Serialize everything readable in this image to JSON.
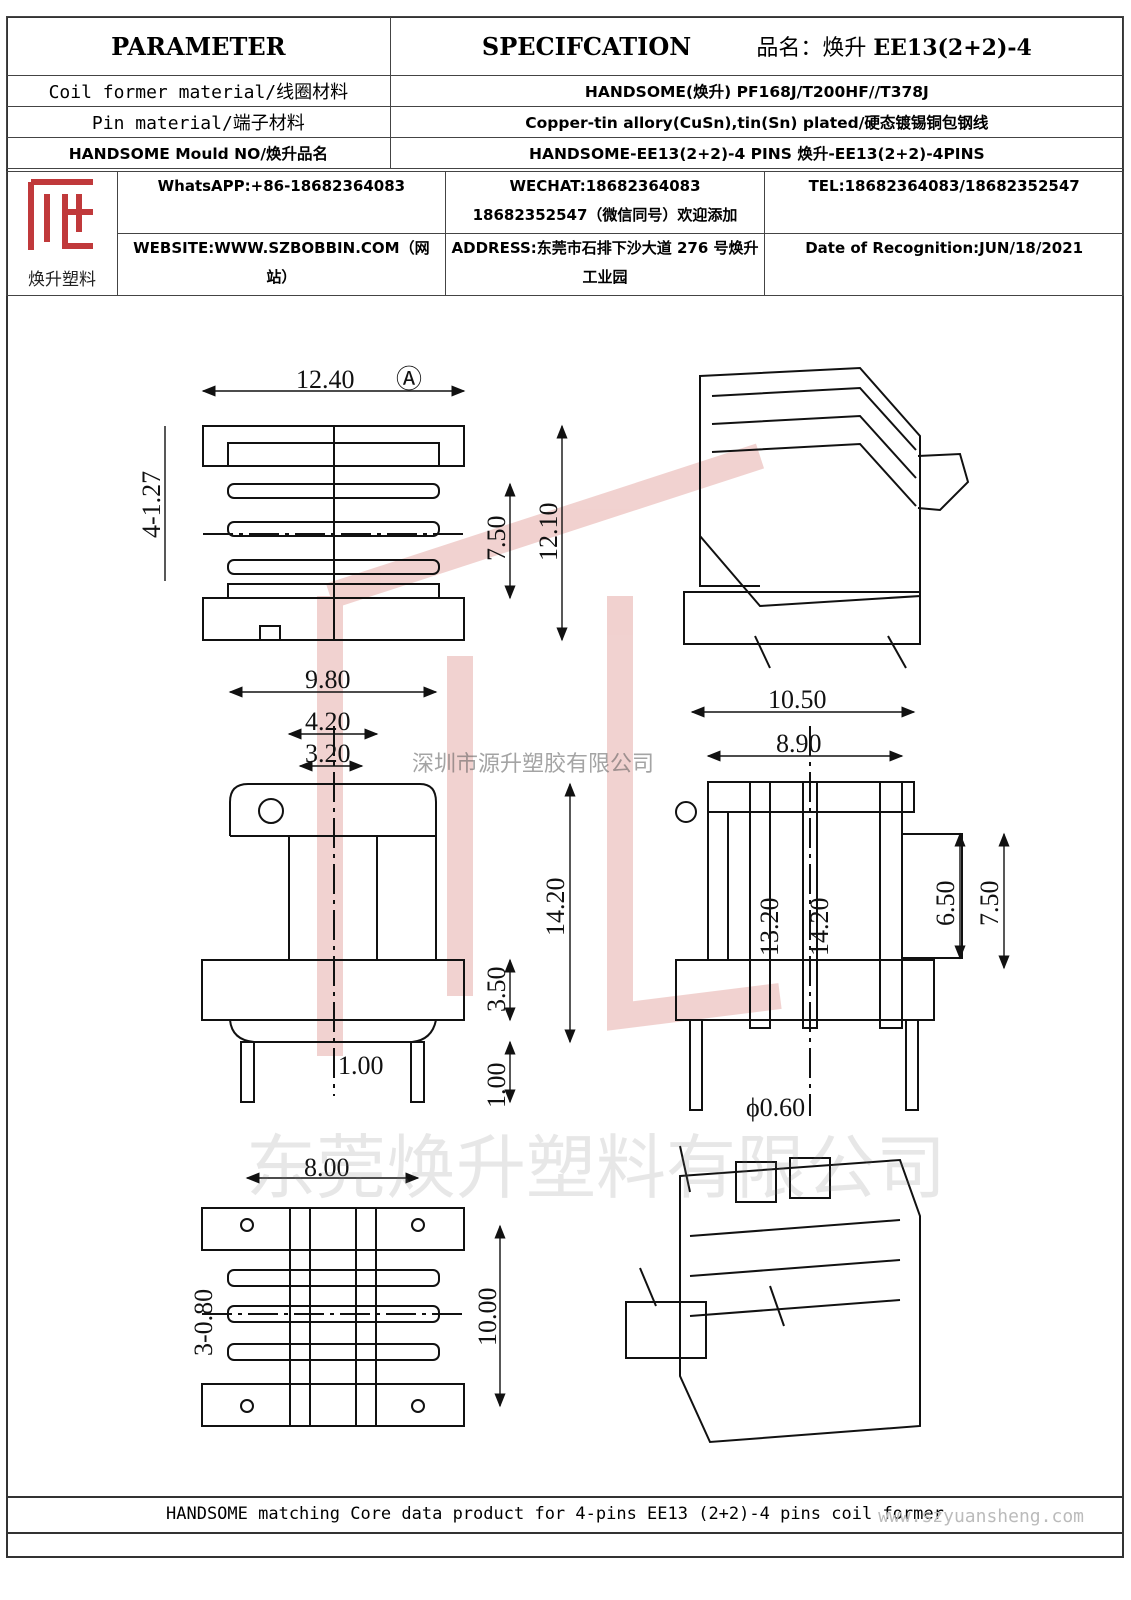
{
  "header": {
    "parameter": "PARAMETER",
    "specification": "SPECIFCATION",
    "product_label": "品名：焕升",
    "product_model": "EE13(2+2)-4"
  },
  "rows": [
    {
      "label": "Coil former material/线圈材料",
      "value": "HANDSOME(焕升)   PF168J/T200HF//T378J"
    },
    {
      "label": "Pin material/端子材料",
      "value": "Copper-tin allory(CuSn),tin(Sn) plated/硬态镀锡铜包钢线"
    },
    {
      "label": "HANDSOME Mould NO/焕升品名",
      "value": "HANDSOME-EE13(2+2)-4 PINS    焕升-EE13(2+2)-4PINS"
    }
  ],
  "contact": {
    "logo_caption": "焕升塑料",
    "whatsapp": "WhatsAPP:+86-18682364083",
    "wechat_line1": "WECHAT:18682364083",
    "wechat_line2": "18682352547（微信同号）欢迎添加",
    "tel": "TEL:18682364083/18682352547",
    "website": "WEBSITE:WWW.SZBOBBIN.COM（网站）",
    "address": "ADDRESS:东莞市石排下沙大道 276 号焕升工业园",
    "date": "Date of Recognition:JUN/18/2021"
  },
  "dimensions": {
    "A": "12.40",
    "B": "7.50",
    "C": "12.10",
    "pitch": "4-1.27",
    "D": "9.80",
    "E": "4.20",
    "F": "3.20",
    "G": "14.20",
    "H": "3.50",
    "I": "1.00",
    "pin_w": "1.00",
    "J": "10.50",
    "K": "8.90",
    "L": "6.50",
    "M": "7.50",
    "side_h1": "13.20",
    "side_h2": "14.20",
    "N": "ϕ0.60",
    "O": "8.00",
    "P": "10.00",
    "Q": "3-0.80"
  },
  "watermarks": {
    "company_small": "深圳市源升塑胶有限公司",
    "company_big": "东莞焕升塑料有限公司"
  },
  "footer": {
    "text": "HANDSOME matching Core data  product for 4-pins EE13 (2+2)-4 pins coil former",
    "url": "www.szyuansheng.com"
  },
  "colors": {
    "watermark_red": "#e8b4b0",
    "line": "#111111"
  }
}
